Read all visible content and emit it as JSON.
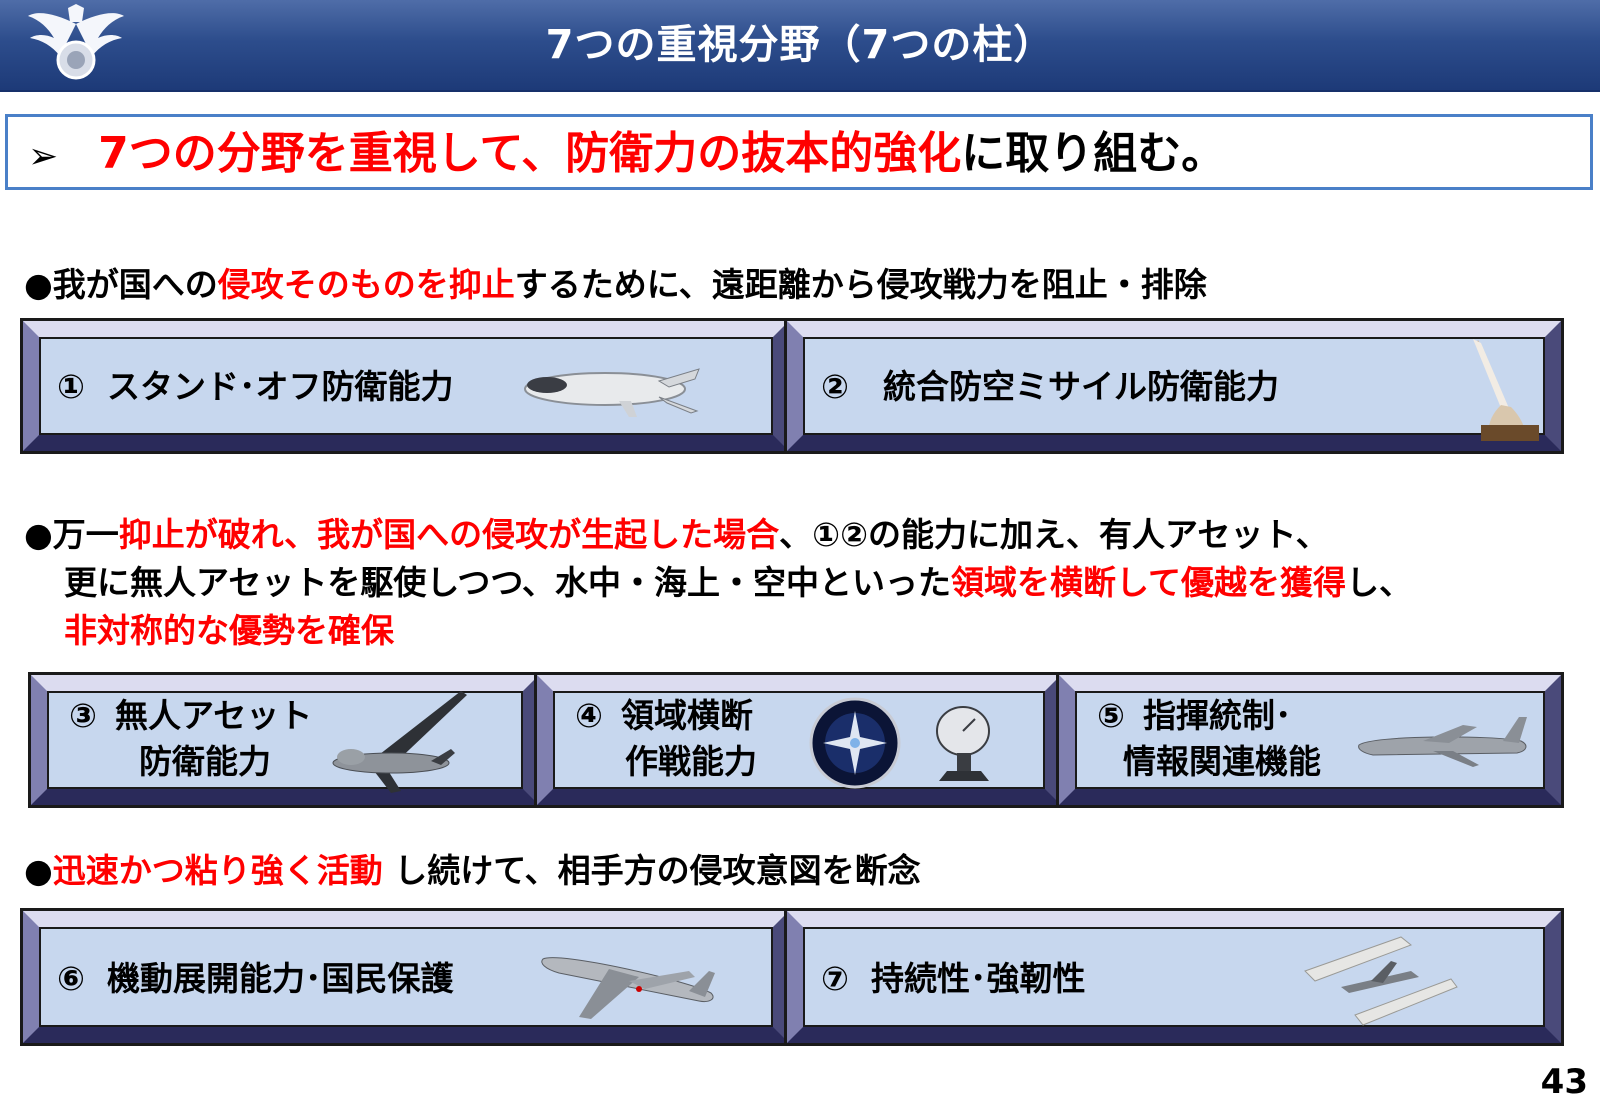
{
  "header": {
    "title": "7つの重視分野（7つの柱）"
  },
  "lead": {
    "arrow": "➢",
    "red": "7つの分野を重視して、防衛力の抜本的強化",
    "black": "に取り組む。"
  },
  "section1": {
    "bullet": "●",
    "t1": "我が国への",
    "t2_red": "侵攻そのものを抑止",
    "t3": "するために、遠距離から侵攻戦力を阻止・排除"
  },
  "section2": {
    "bullet": "●",
    "line1_a": "万一",
    "line1_b_red": "抑止が破れ、我が国への侵攻が生起した場合",
    "line1_c": "、①②の能力に加え、有人アセット、",
    "line2_a": "更に無人アセットを駆使しつつ、水中・海上・空中といった",
    "line2_b_red": "領域を横断して優越を獲得",
    "line2_c": "し、",
    "line3_red": "非対称的な優勢を確保"
  },
  "section3": {
    "bullet": "●",
    "t1_red": "迅速かつ粘り強く活動",
    "t2": " し続けて、相手方の侵攻意図を断念"
  },
  "panels": {
    "p1": {
      "num": "①",
      "label": "スタンド･オフ防衛能力"
    },
    "p2": {
      "num": "②",
      "label": "統合防空ミサイル防衛能力"
    },
    "p3": {
      "num": "③",
      "line1": "無人アセット",
      "line2": "防衛能力"
    },
    "p4": {
      "num": "④",
      "line1": "領域横断",
      "line2": "作戦能力"
    },
    "p5": {
      "num": "⑤",
      "line1": "指揮統制･",
      "line2": "情報関連機能"
    },
    "p6": {
      "num": "⑥",
      "label": "機動展開能力･国民保護"
    },
    "p7": {
      "num": "⑦",
      "label": "持続性･強靭性"
    }
  },
  "page_number": "43",
  "colors": {
    "accent_red": "#ff0000",
    "header_blue": "#2d4d8c",
    "panel_fill": "#c7d7ee"
  }
}
